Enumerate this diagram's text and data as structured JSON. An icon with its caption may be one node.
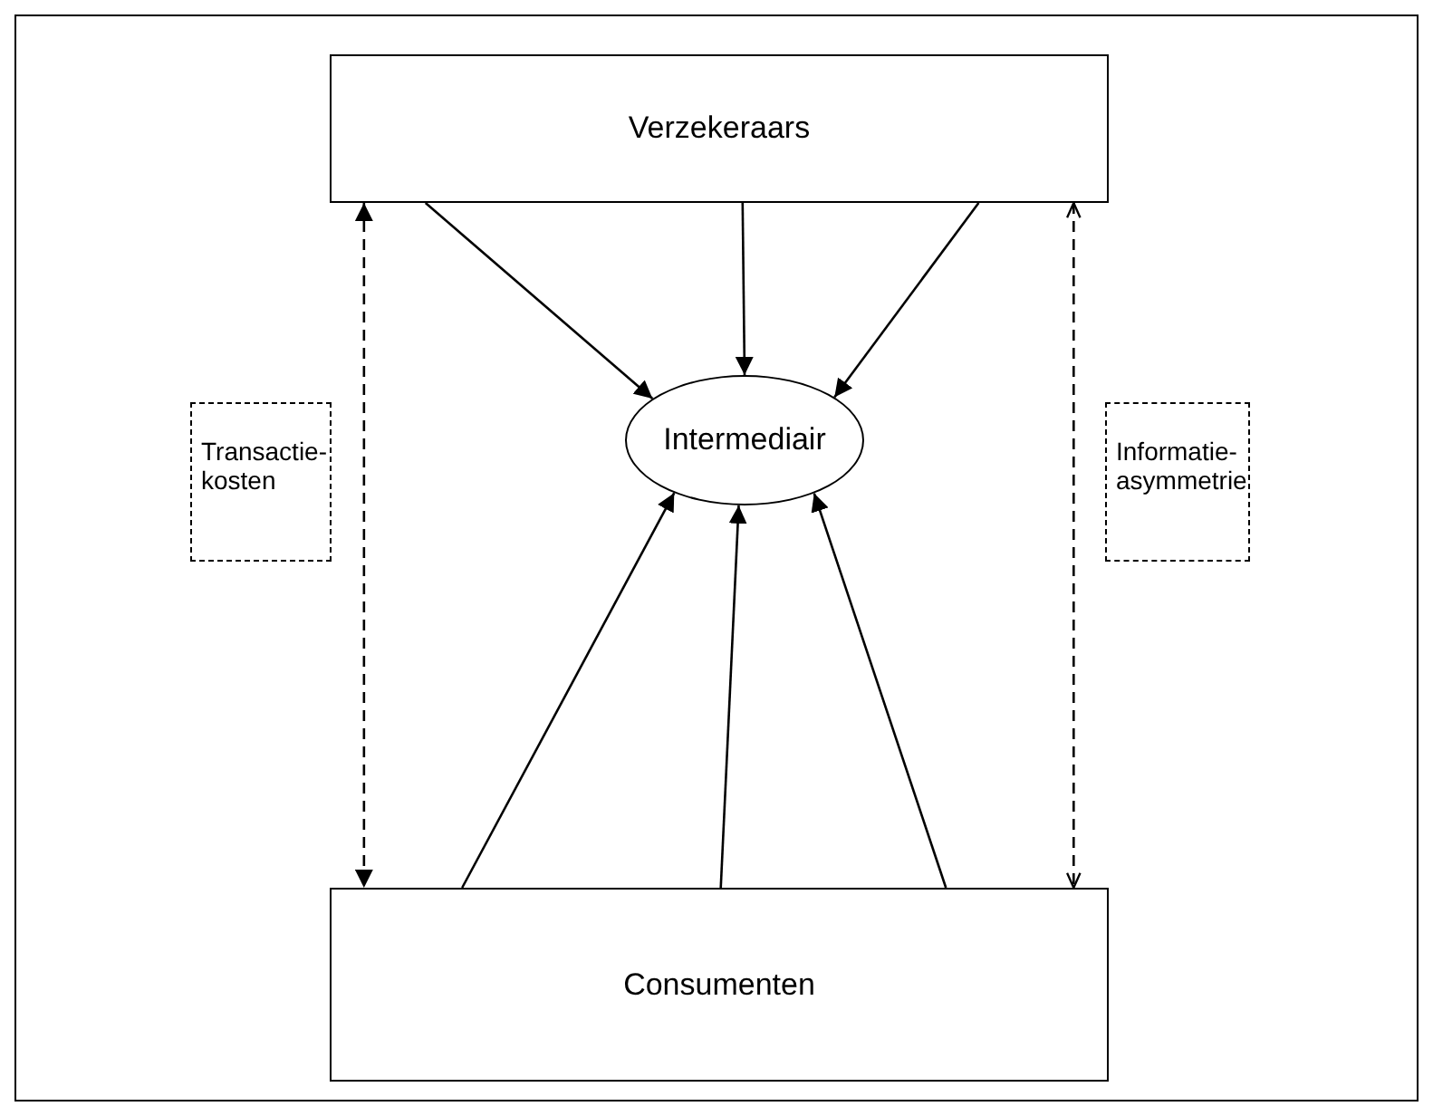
{
  "diagram": {
    "nodes": [
      {
        "text": [
          "Verzekeraars"
        ]
      },
      {
        "text": [
          "Intermediair"
        ]
      },
      {
        "text": [
          "Consumenten"
        ]
      },
      {
        "text": [
          "Transactie- kosten"
        ]
      },
      {
        "text": [
          "Informatie- asymmetrie"
        ]
      }
    ],
    "edges": [
      {
        "from": 0,
        "to": 1,
        "arrow": "to"
      },
      {
        "from": 0,
        "to": 1,
        "arrow": "to"
      },
      {
        "from": 0,
        "to": 1,
        "arrow": "to"
      },
      {
        "from": 2,
        "to": 1,
        "arrow": "to"
      },
      {
        "from": 2,
        "to": 1,
        "arrow": "to"
      },
      {
        "from": 2,
        "to": 1,
        "arrow": "to"
      },
      {
        "from": 0,
        "to": 2,
        "arrow": "both",
        "style": "dashed"
      },
      {
        "from": 0,
        "to": 2,
        "arrow": "both",
        "style": "dashed"
      }
    ]
  }
}
